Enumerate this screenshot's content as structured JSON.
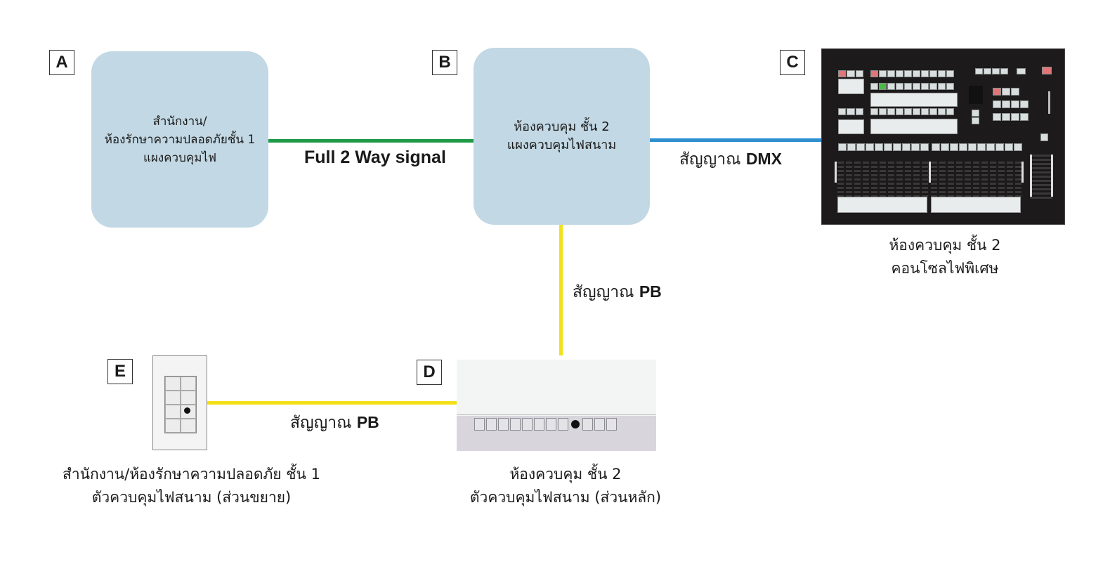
{
  "diagram": {
    "nodes": {
      "A": {
        "letter": "A",
        "lines": [
          "สำนักงาน/",
          "ห้องรักษาความปลอดภัยชั้น 1",
          "แผงควบคุมไฟ"
        ]
      },
      "B": {
        "letter": "B",
        "lines": [
          "ห้องควบคุม ชั้น 2",
          "แผงควบคุมไฟสนาม"
        ]
      },
      "C": {
        "letter": "C",
        "caption": [
          "ห้องควบคุม ชั้น 2",
          "คอนโซลไฟพิเศษ"
        ]
      },
      "D": {
        "letter": "D",
        "caption": [
          "ห้องควบคุม ชั้น 2",
          "ตัวควบคุมไฟสนาม (ส่วนหลัก)"
        ]
      },
      "E": {
        "letter": "E",
        "caption": [
          "สำนักงาน/ห้องรักษาความปลอดภัย ชั้น 1",
          "ตัวควบคุมไฟสนาม (ส่วนขยาย)"
        ]
      }
    },
    "links": {
      "a_b": {
        "label": "Full 2 Way signal",
        "color": "#1f9a48"
      },
      "b_c": {
        "prefix": "สัญญาณ",
        "suffix": "DMX",
        "color": "#2e8fd0"
      },
      "b_d": {
        "prefix": "สัญญาณ",
        "suffix": "PB",
        "color": "#f2e11a"
      },
      "d_e": {
        "prefix": "สัญญาณ",
        "suffix": "PB",
        "color": "#f2e11a"
      }
    },
    "colors": {
      "node_fill": "#c2d8e4",
      "console_body": "#1c1a1a"
    }
  }
}
